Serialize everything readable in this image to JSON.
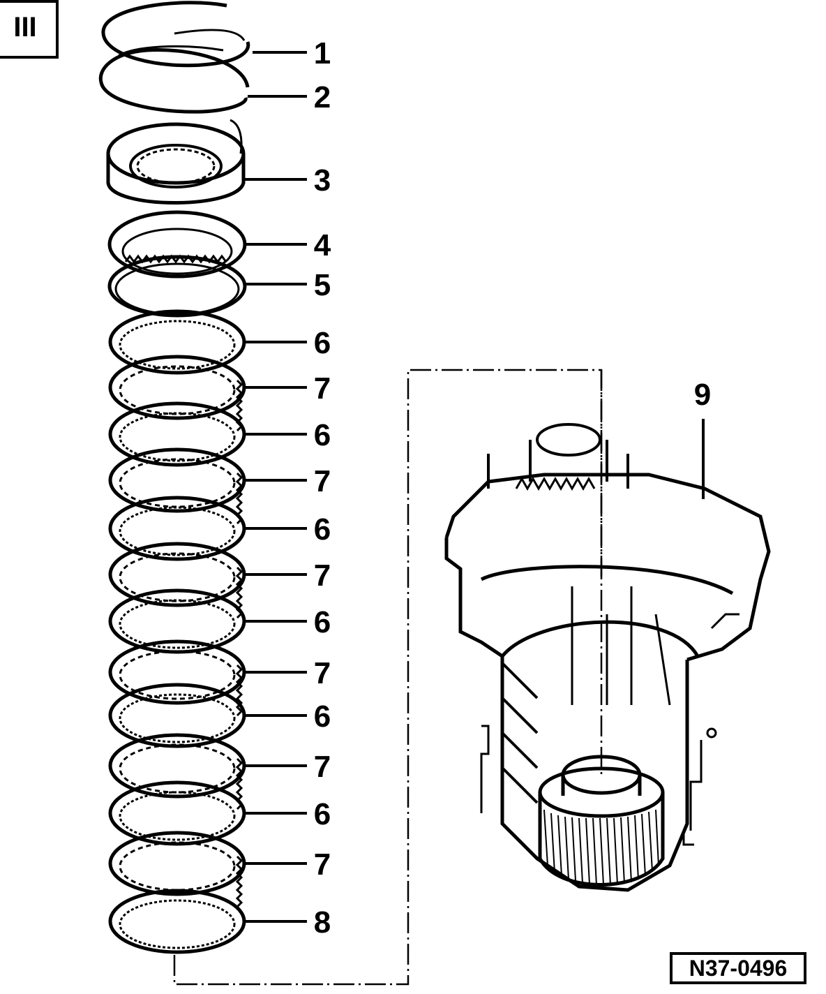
{
  "section_tab": "III",
  "figure_ref": "N37-0496",
  "callouts": {
    "1": "1",
    "2": "2",
    "3": "3",
    "4": "4",
    "5": "5",
    "6": "6",
    "7": "7",
    "8": "8",
    "9": "9"
  },
  "colors": {
    "ink": "#000000",
    "paper": "#ffffff"
  }
}
